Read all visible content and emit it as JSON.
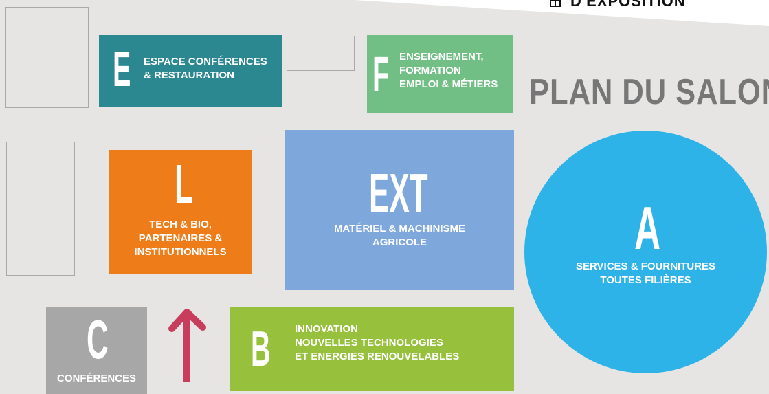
{
  "header": {
    "text": "D'EXPOSITION",
    "icon": "building-icon"
  },
  "title": "PLAN DU SALON",
  "zones": {
    "E": {
      "letter": "E",
      "label": "ESPACE CONFÉRENCES\n& RESTAURATION",
      "color": "#2b8790"
    },
    "F": {
      "letter": "F",
      "label": "ENSEIGNEMENT,\nFORMATION\nEMPLOI & MÉTIERS",
      "color": "#72bf85"
    },
    "L": {
      "letter": "L",
      "label": "TECH & BIO,\nPARTENAIRES &\nINSTITUTIONNELS",
      "color": "#ee7c19"
    },
    "EXT": {
      "letter": "EXT",
      "label": "MATÉRIEL & MACHINISME\nAGRICOLE",
      "color": "#7ea7dc"
    },
    "A": {
      "letter": "A",
      "label": "SERVICES & FOURNITURES\nTOUTES FILIÈRES",
      "color": "#2eb3e8"
    },
    "C": {
      "letter": "C",
      "label": "CONFÉRENCES",
      "color": "#a7a7a7"
    },
    "B": {
      "letter": "B",
      "label": "INNOVATION\nNOUVELLES TECHNOLOGIES\nET ENERGIES RENOUVELABLES",
      "color": "#97c13c"
    }
  },
  "arrow": {
    "icon": "up-arrow-icon",
    "color": "#c83c5c"
  }
}
